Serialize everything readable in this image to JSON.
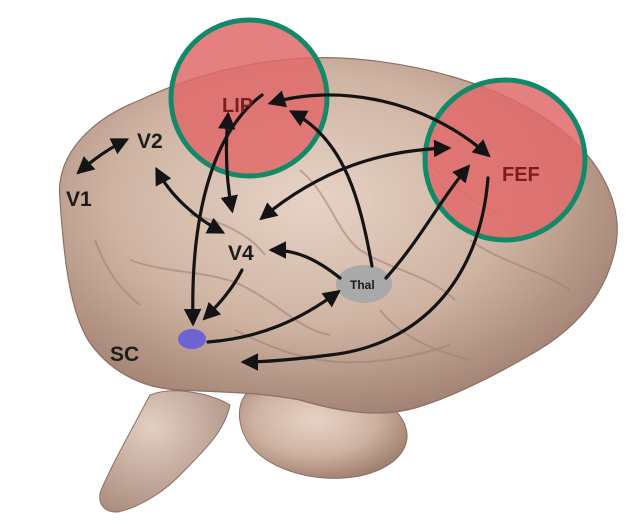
{
  "diagram": {
    "regions": {
      "v1": "V1",
      "v2": "V2",
      "v4": "V4",
      "lip": "LIP",
      "fef": "FEF",
      "sc": "SC",
      "thal": "Thal"
    },
    "colors": {
      "highlight_fill": "#e06a6a",
      "highlight_ring": "#128a6a",
      "arrow": "#141414",
      "sc_node": "#6f63cf",
      "thal_node": "#a9a9a9",
      "brain_base": "#c9ad9c",
      "label_red": "#7a1c20"
    },
    "icons": [
      "brain-illustration",
      "double-arrow",
      "single-arrow"
    ]
  }
}
